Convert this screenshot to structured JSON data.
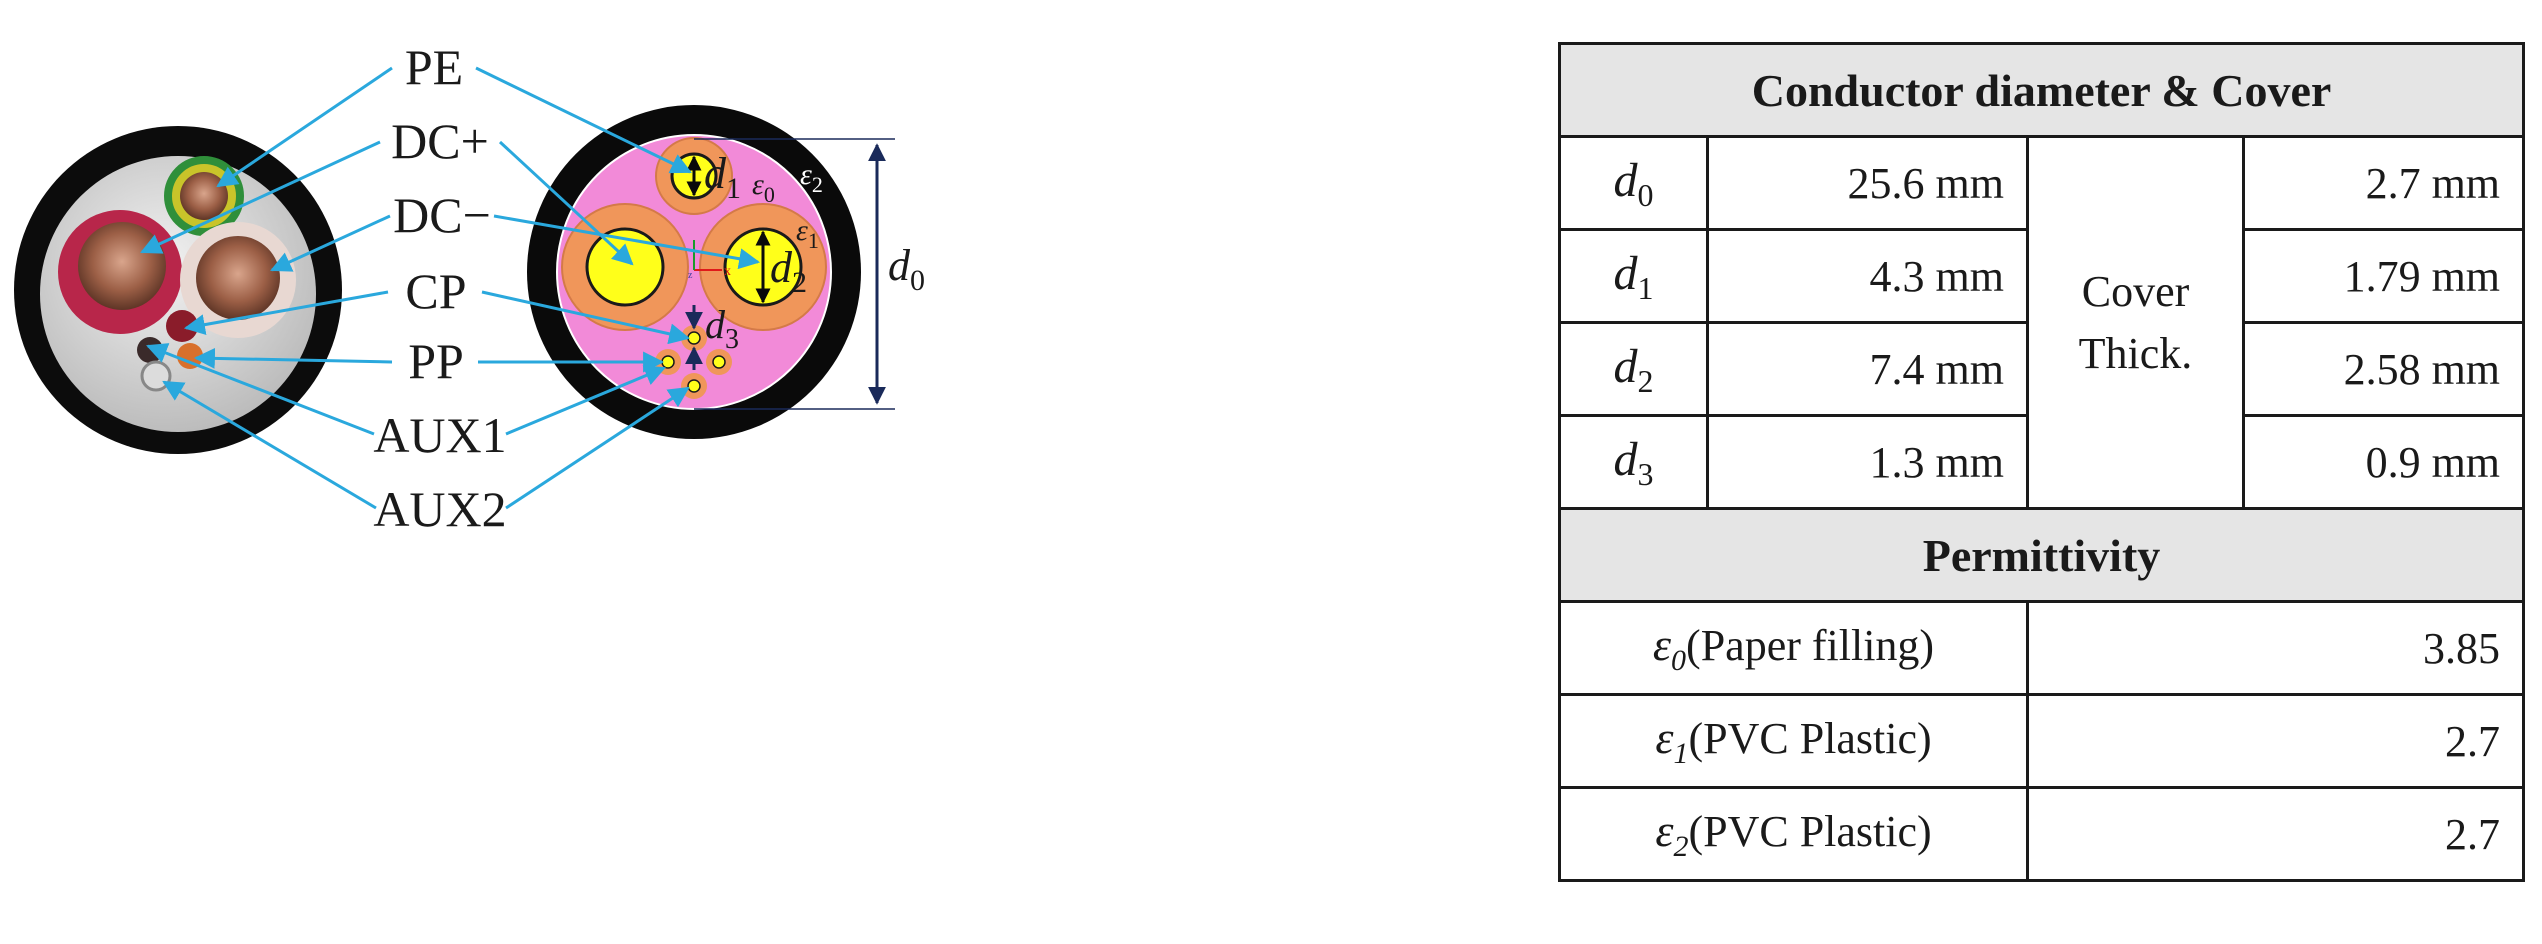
{
  "labels": {
    "pe": "PE",
    "dc_plus": "DC+",
    "dc_minus": "DC−",
    "cp": "CP",
    "pp": "PP",
    "aux1": "AUX1",
    "aux2": "AUX2"
  },
  "diagram": {
    "d0": "d",
    "d0_sub": "0",
    "d1": "d",
    "d1_sub": "1",
    "d2": "d",
    "d2_sub": "2",
    "d3": "d",
    "d3_sub": "3",
    "eps0": "ε",
    "eps0_sub": "0",
    "eps1": "ε",
    "eps1_sub": "1",
    "eps2": "ε",
    "eps2_sub": "2",
    "axis_x": "x",
    "axis_z": "z"
  },
  "table": {
    "header1": "Conductor diameter & Cover",
    "rows": [
      {
        "sym": "d",
        "sub": "0",
        "diameter": "25.6 mm",
        "cover": "2.7 mm"
      },
      {
        "sym": "d",
        "sub": "1",
        "diameter": "4.3 mm",
        "cover": "1.79 mm"
      },
      {
        "sym": "d",
        "sub": "2",
        "diameter": "7.4 mm",
        "cover": "2.58 mm"
      },
      {
        "sym": "d",
        "sub": "3",
        "diameter": "1.3 mm",
        "cover": "0.9 mm"
      }
    ],
    "cover_label_line1": "Cover",
    "cover_label_line2": "Thick.",
    "header2": "Permittivity",
    "perm": [
      {
        "sym": "ε",
        "sub": "0",
        "material": "(Paper filling)",
        "value": "3.85"
      },
      {
        "sym": "ε",
        "sub": "1",
        "material": "(PVC Plastic)",
        "value": "2.7"
      },
      {
        "sym": "ε",
        "sub": "2",
        "material": "(PVC Plastic)",
        "value": "2.7"
      }
    ]
  },
  "colors": {
    "leader": "#2aa8dd",
    "jacket": "#0a0a0a",
    "filling": "#f28ad8",
    "insulation": "#f0965a",
    "conductor": "#ffff1a",
    "dim_line": "#1a2a5a",
    "table_header_bg": "#e5e5e5"
  }
}
